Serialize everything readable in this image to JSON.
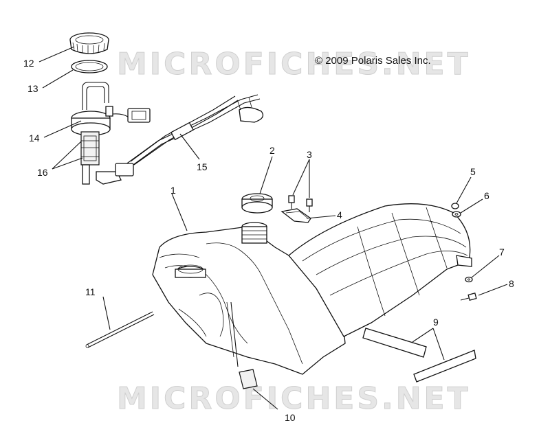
{
  "copyright": "© 2009 Polaris Sales Inc.",
  "watermark": "MICROFICHES.NET",
  "callouts": [
    "1",
    "2",
    "3",
    "4",
    "5",
    "6",
    "7",
    "8",
    "9",
    "10",
    "11",
    "12",
    "13",
    "14",
    "15",
    "16"
  ]
}
